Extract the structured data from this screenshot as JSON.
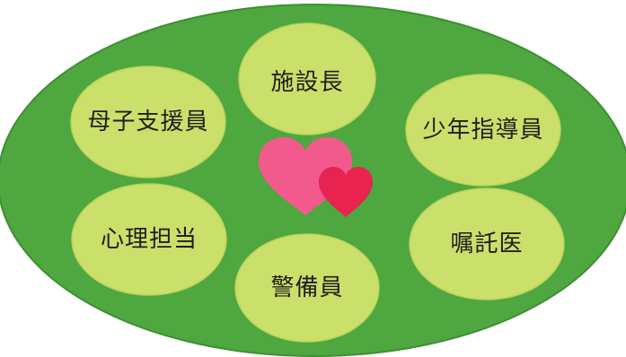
{
  "colors": {
    "outer": "#4ea73f",
    "outer_edge": "#3f8f34",
    "node": "#cbe06a",
    "node_edge": "#b9d35a",
    "heart_back": "#f25a8e",
    "heart_front": "#e8234f"
  },
  "nodes": [
    {
      "id": "director",
      "label": "施設長"
    },
    {
      "id": "mother-child-support",
      "label": "母子支援員"
    },
    {
      "id": "youth-guidance",
      "label": "少年指導員"
    },
    {
      "id": "psychology",
      "label": "心理担当"
    },
    {
      "id": "contract-doctor",
      "label": "嘱託医"
    },
    {
      "id": "security",
      "label": "警備員"
    }
  ]
}
